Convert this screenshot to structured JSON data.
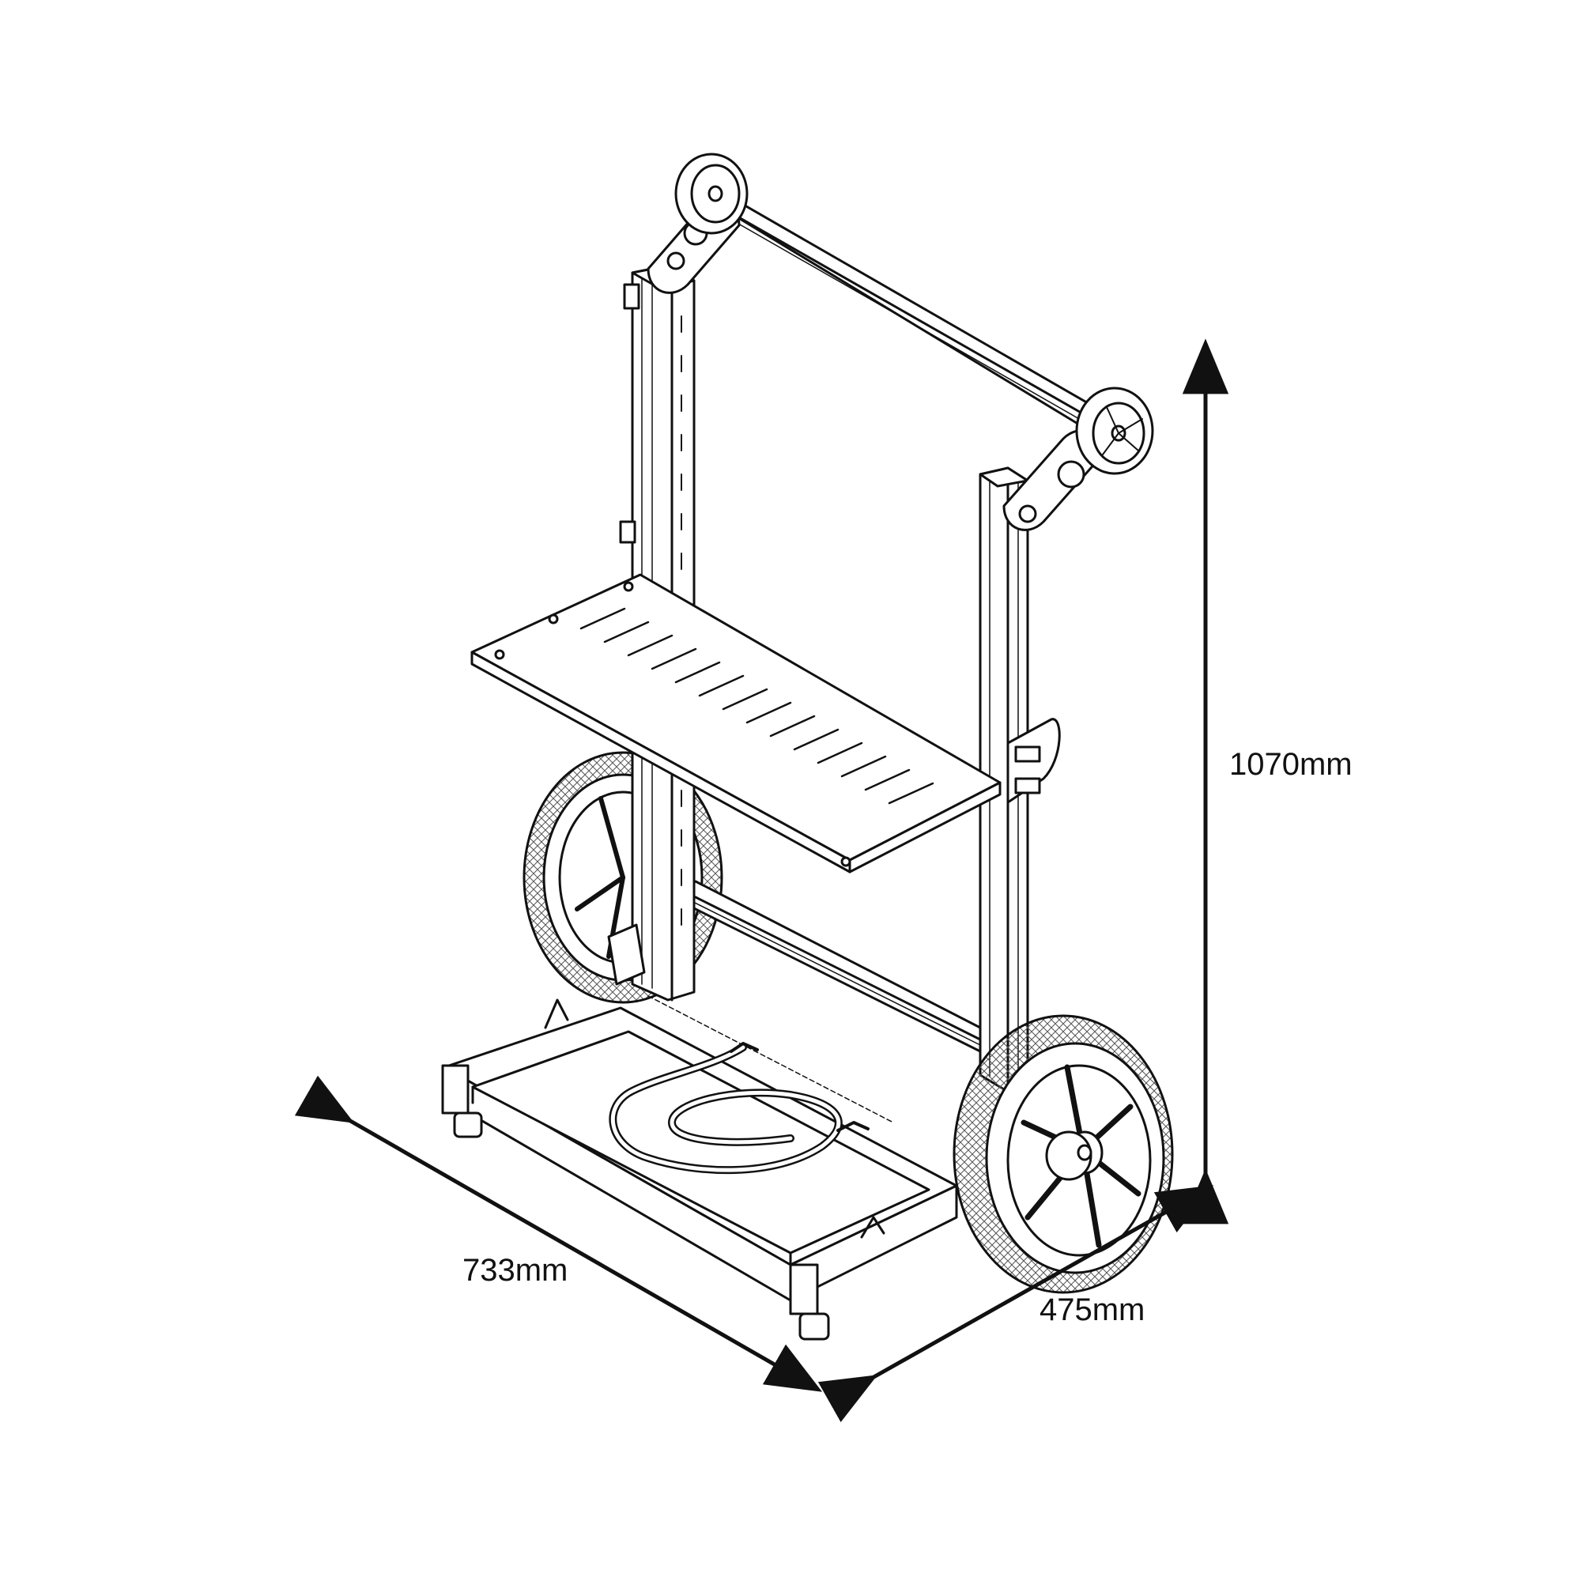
{
  "dimensions": {
    "height_label": "1070mm",
    "length_label": "733mm",
    "width_label": "475mm"
  },
  "colors": {
    "line": "#111111",
    "background": "#ffffff",
    "fill": "#ffffff"
  },
  "icons": {
    "arrowhead": "arrowhead-icon"
  }
}
